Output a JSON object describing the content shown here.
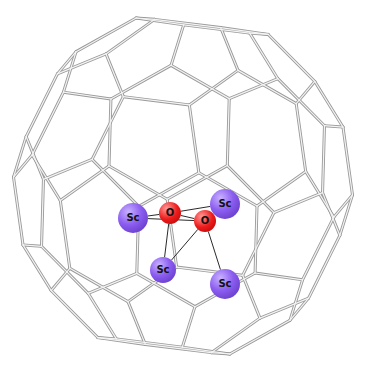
{
  "diagram": {
    "nodes": [
      {
        "text": [
          "Sc"
        ]
      },
      {
        "text": [
          "O"
        ]
      },
      {
        "text": [
          "O"
        ]
      },
      {
        "text": [
          "Sc"
        ]
      },
      {
        "text": [
          "Sc"
        ]
      },
      {
        "text": [
          "Sc"
        ]
      }
    ],
    "edges": [
      {
        "from": 1,
        "to": 2,
        "arrow": "none"
      },
      {
        "from": 3,
        "to": 1,
        "arrow": "none"
      },
      {
        "from": 3,
        "to": 2,
        "arrow": "none"
      },
      {
        "from": 0,
        "to": 1,
        "arrow": "none"
      },
      {
        "from": 0,
        "to": 2,
        "arrow": "none"
      },
      {
        "from": 4,
        "to": 1,
        "arrow": "none"
      },
      {
        "from": 4,
        "to": 2,
        "arrow": "none"
      },
      {
        "from": 5,
        "to": 2,
        "arrow": "none"
      }
    ]
  }
}
